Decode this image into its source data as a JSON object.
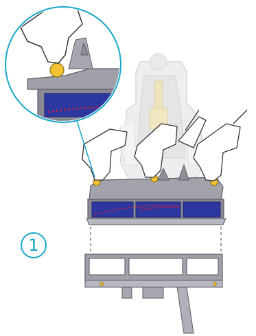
{
  "step": {
    "number": "1"
  },
  "colors": {
    "accent": "#17a6c9",
    "housing_grey": "#9a9aa3",
    "housing_dark": "#6f6f78",
    "brush_blue": "#2d37a0",
    "bristle_red": "#d0213a",
    "fastener_yellow": "#f2c230",
    "ghost_body": "#e6e6e6"
  },
  "icons": [
    "magnifier-callout",
    "hand-icon",
    "fastener-icon",
    "brush-bar-icon",
    "dashed-guide"
  ]
}
